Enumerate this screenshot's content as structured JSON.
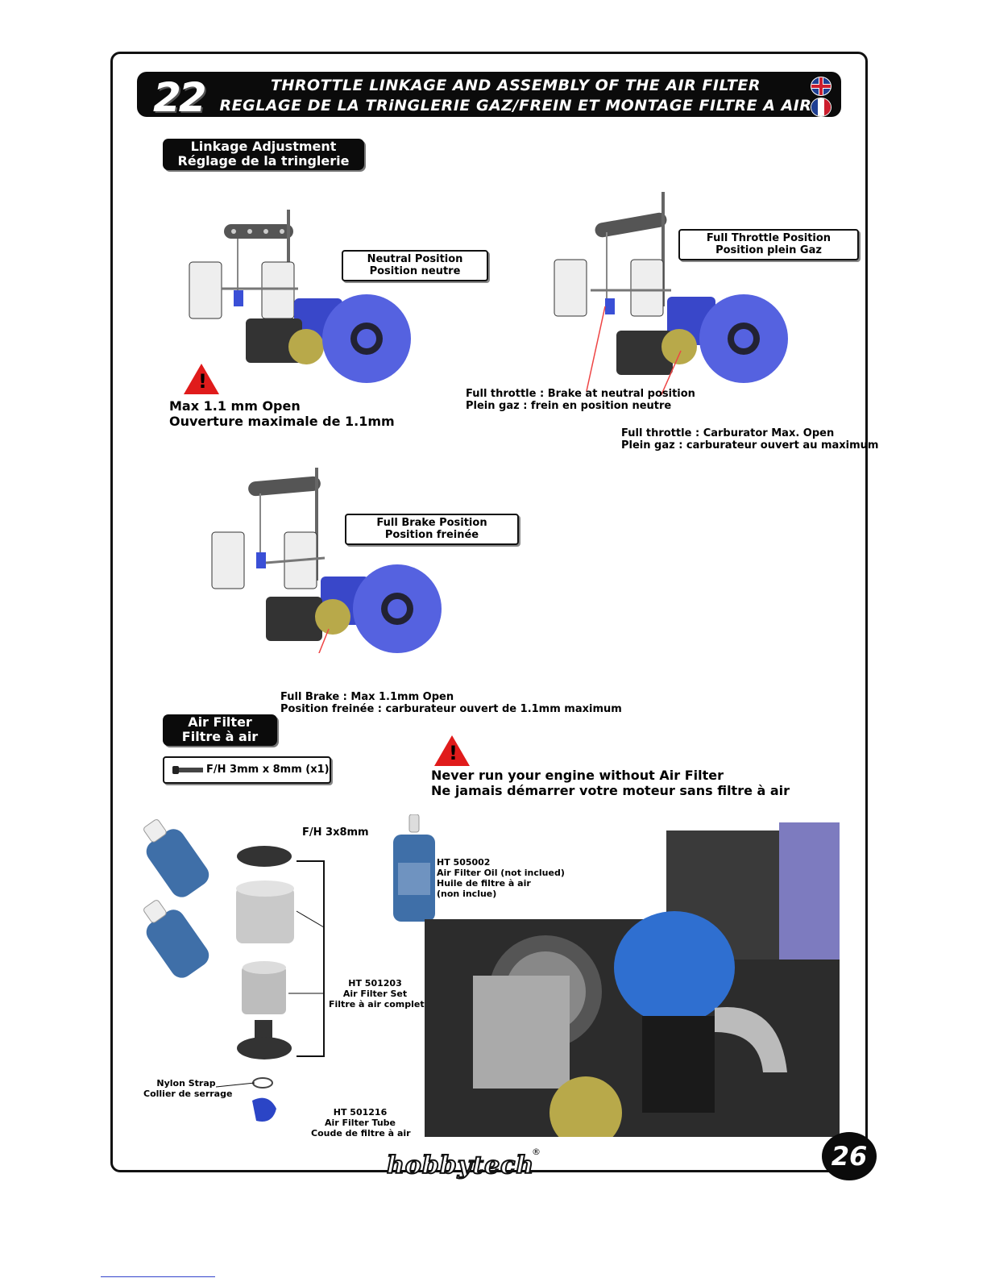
{
  "step": {
    "number": "22"
  },
  "header": {
    "title_en": "THROTTLE LINKAGE AND ASSEMBLY OF THE AIR FILTER",
    "title_fr": "REGLAGE DE LA TRiNGLERIE GAZ/FREIN ET MONTAGE FILTRE A AIR"
  },
  "flags": {
    "en": "uk-flag-icon",
    "fr": "france-flag-icon",
    "fr_colors": [
      "#1f3f93",
      "#ffffff",
      "#cc1e2e"
    ]
  },
  "sections": {
    "linkage": {
      "line1": "Linkage Adjustment",
      "line2": "Réglage de la tringlerie"
    },
    "air_filter": {
      "line1": "Air Filter",
      "line2": "Filtre à air"
    }
  },
  "positions": {
    "neutral": {
      "line1": "Neutral Position",
      "line2": "Position neutre"
    },
    "full_throttle": {
      "line1": "Full Throttle Position",
      "line2": "Position plein Gaz"
    },
    "full_brake": {
      "line1": "Full Brake Position",
      "line2": "Position freinée"
    }
  },
  "notes": {
    "max_open_en": "Max 1.1 mm Open",
    "max_open_fr": "Ouverture maximale de 1.1mm",
    "throttle_brake_en": "Full throttle : Brake at neutral position",
    "throttle_brake_fr": "Plein gaz : frein en position neutre",
    "throttle_carb_en": "Full throttle : Carburator Max. Open",
    "throttle_carb_fr": "Plein gaz : carburateur ouvert au maximum",
    "brake_en": "Full Brake : Max 1.1mm Open",
    "brake_fr": "Position freinée : carburateur ouvert de 1.1mm maximum",
    "warning_en": "Never run your engine without Air Filter",
    "warning_fr": "Ne jamais démarrer votre moteur sans filtre à air"
  },
  "hardware": {
    "screw": "F/H 3mm x 8mm (x1)"
  },
  "parts": {
    "screw_label": "F/H 3x8mm",
    "oil": {
      "code": "HT 505002",
      "en": "Air Filter Oil (not inclued)",
      "fr1": "Huile de filtre à air",
      "fr2": "(non inclue)"
    },
    "filter_set": {
      "code": "HT 501203",
      "en": "Air Filter Set",
      "fr": "Filtre à air complet"
    },
    "strap": {
      "en": "Nylon Strap",
      "fr": "Collier de serrage"
    },
    "tube": {
      "code": "HT 501216",
      "en": "Air Filter Tube",
      "fr": "Coude de filtre à air"
    }
  },
  "footer": {
    "brand": "hobbytech",
    "page_number": "26"
  }
}
